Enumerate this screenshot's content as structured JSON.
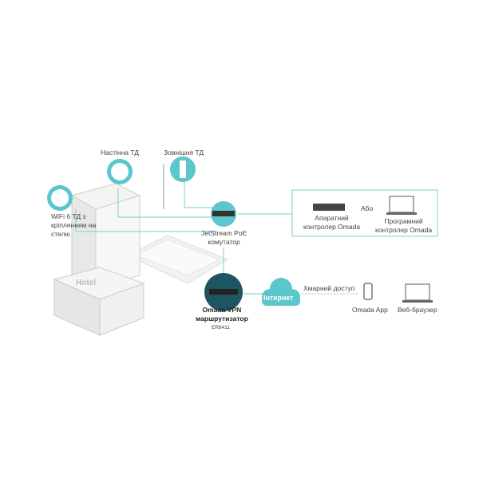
{
  "labels": {
    "ceiling_ap": [
      "WiFi 6 ТД з",
      "кріпленням на",
      "стелю"
    ],
    "wall_ap": "Настінна ТД",
    "outdoor_ap": "Зовнішня ТД",
    "switch": [
      "JetStream PoE",
      "комутатор"
    ],
    "router": [
      "Omada VPN",
      "маршрутизатор"
    ],
    "router_model": "ER8411",
    "internet": "Інтернет",
    "cloud_access": "Хмарний доступ",
    "hw_controller": [
      "Апаратний",
      "контролер Omada"
    ],
    "or": "Або",
    "sw_controller": [
      "Програмний",
      "контролер Omada"
    ],
    "app": "Omada App",
    "browser": "Веб-браузер",
    "hotel_sign": "Hotel"
  },
  "colors": {
    "accent": "#5bc6cc",
    "router": "#1d5560",
    "line": "#8fd5d9"
  }
}
